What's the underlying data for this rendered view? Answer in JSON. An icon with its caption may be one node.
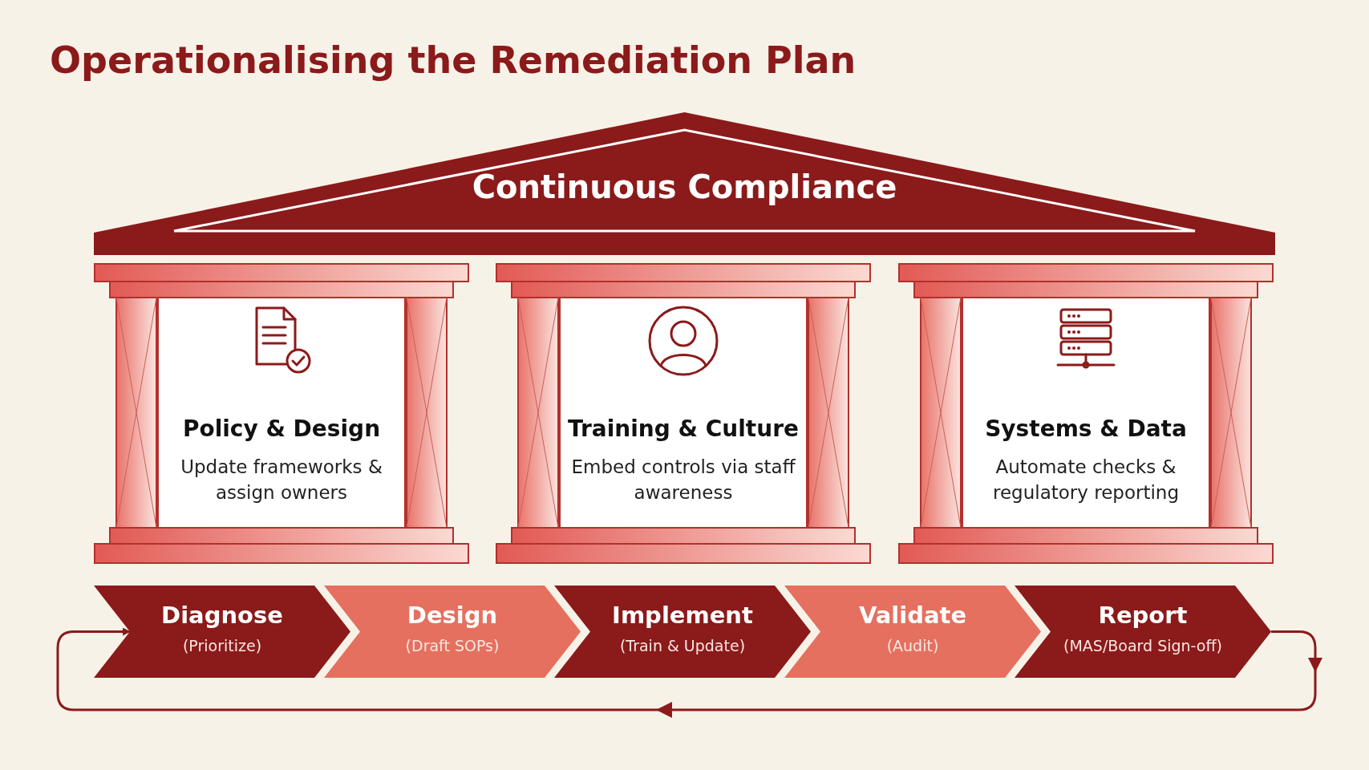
{
  "diagram": {
    "title": "Operationalising the Remediation Plan",
    "nodes": [
      {
        "text": [
          "Continuous Compliance"
        ]
      },
      {
        "text": [
          "Policy & Design",
          "Update frameworks & assign owners"
        ]
      },
      {
        "text": [
          "Training & Culture",
          "Embed controls via staff awareness"
        ]
      },
      {
        "text": [
          "Systems & Data",
          "Automate checks & regulatory reporting"
        ]
      },
      {
        "text": [
          "Diagnose",
          "(Prioritize)"
        ]
      },
      {
        "text": [
          "Design",
          "(Draft SOPs)"
        ]
      },
      {
        "text": [
          "Implement",
          "(Train & Update)"
        ]
      },
      {
        "text": [
          "Validate",
          "(Audit)"
        ]
      },
      {
        "text": [
          "Report",
          "(MAS/Board Sign-off)"
        ]
      }
    ],
    "edges": [
      {
        "from": 8,
        "to": 4,
        "arrow": "to"
      }
    ]
  }
}
